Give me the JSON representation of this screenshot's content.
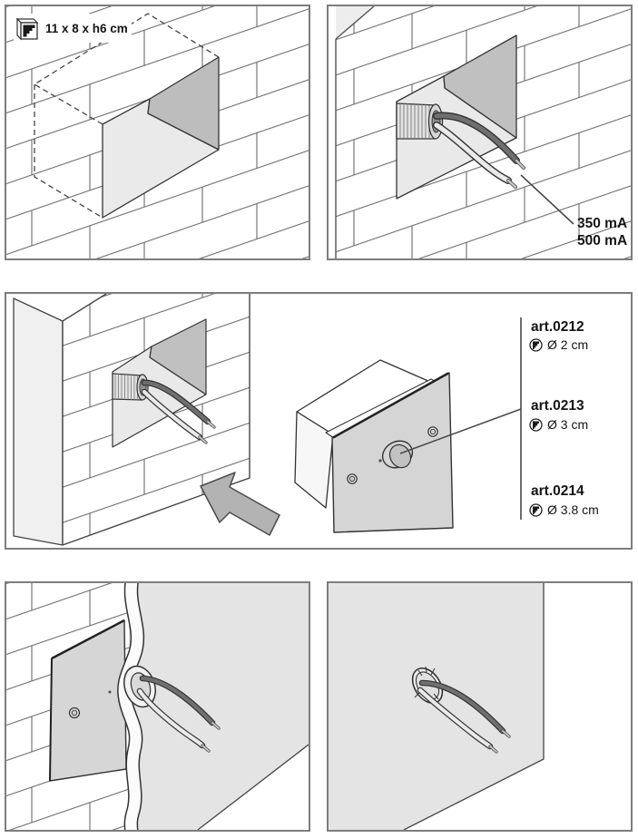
{
  "step1": {
    "dimension_label": "11 x 8 x h6 cm",
    "icon": "recess-box-logo-icon"
  },
  "step2": {
    "current_options": [
      "350 mA",
      "500 mA"
    ]
  },
  "step3": {
    "articles": [
      {
        "code": "art.0212",
        "diameter": "Ø 2 cm"
      },
      {
        "code": "art.0213",
        "diameter": "Ø 3 cm"
      },
      {
        "code": "art.0214",
        "diameter": "Ø 3.8 cm"
      }
    ],
    "icon": "circle-logo-icon"
  },
  "colors": {
    "panel_border": "#7d7d7d",
    "text": "#151515",
    "brick_line": "#6b6b6b",
    "hole_dark_face": "#bdbdbd",
    "hole_light_face": "#eaeaea",
    "plate_gray": "#d5d5d5",
    "plaster_gray": "#e4e4e4",
    "wire_dark": "#6f6f6f",
    "wire_light": "#eaeaea",
    "arrow_gray": "#b3b3b3"
  }
}
